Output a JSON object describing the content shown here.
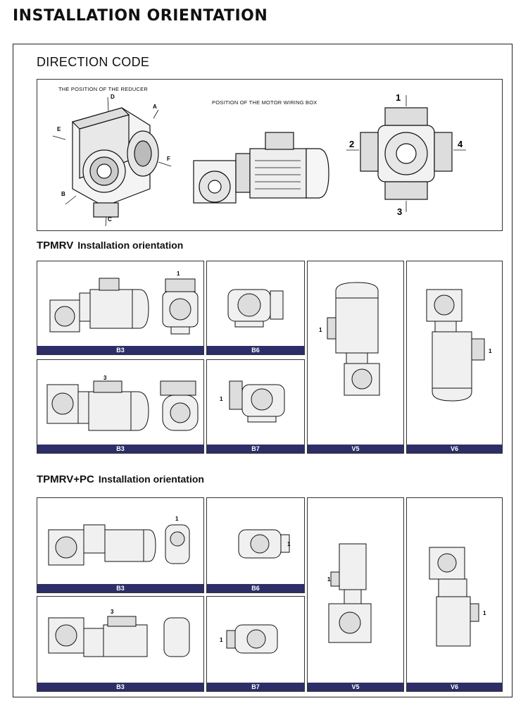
{
  "title": "INSTALLATION ORIENTATION",
  "direction": {
    "heading": "DIRECTION CODE",
    "reducer_caption": "THE POSITION OF THE REDUCER",
    "wiring_caption": "POSITION OF THE MOTOR WIRING BOX",
    "reducer_letters": [
      "D",
      "A",
      "E",
      "F",
      "B",
      "C"
    ],
    "wiring_numbers": [
      "1",
      "2",
      "3",
      "4"
    ]
  },
  "sections": [
    {
      "model": "TPMRV",
      "title": "Installation orientation",
      "cells": [
        {
          "label": "B3",
          "marker": "1"
        },
        {
          "label": "B6",
          "marker": ""
        },
        {
          "label": "V5",
          "marker": "1"
        },
        {
          "label": "V6",
          "marker": "1"
        },
        {
          "label": "B3",
          "marker": "3"
        },
        {
          "label": "B7",
          "marker": "1"
        }
      ]
    },
    {
      "model": "TPMRV+PC",
      "title": "Installation orientation",
      "cells": [
        {
          "label": "B3",
          "marker": "1"
        },
        {
          "label": "B6",
          "marker": "1"
        },
        {
          "label": "V5",
          "marker": "1"
        },
        {
          "label": "V6",
          "marker": "1"
        },
        {
          "label": "B3",
          "marker": "3"
        },
        {
          "label": "B7",
          "marker": "1"
        }
      ]
    }
  ]
}
